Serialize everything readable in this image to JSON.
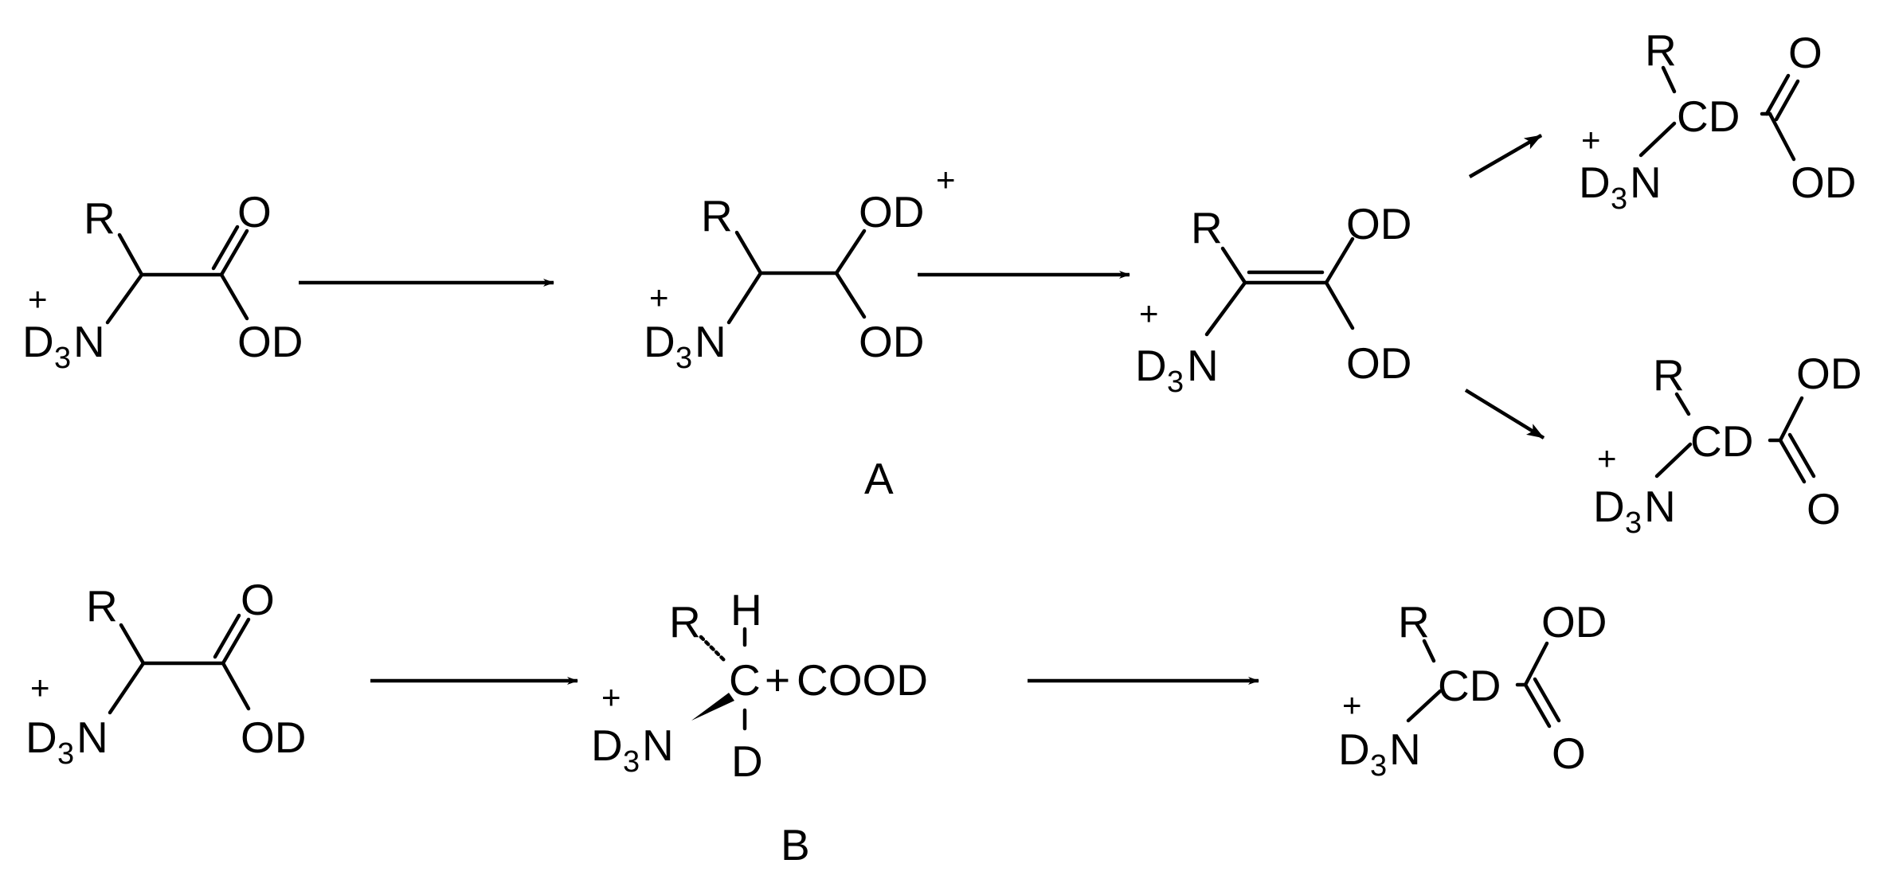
{
  "colors": {
    "ink": "#000000",
    "background": "#ffffff"
  },
  "glyphs": {
    "plus": "+",
    "sub3": "3",
    "minus_hash": "-"
  },
  "atoms": {
    "R": "R",
    "O": "O",
    "OD": "OD",
    "D": "D",
    "D3": "D",
    "N": "N",
    "CD": "CD",
    "C": "C",
    "H": "H",
    "COOD": "COOD"
  },
  "labels": {
    "A": "A",
    "B": "B"
  }
}
